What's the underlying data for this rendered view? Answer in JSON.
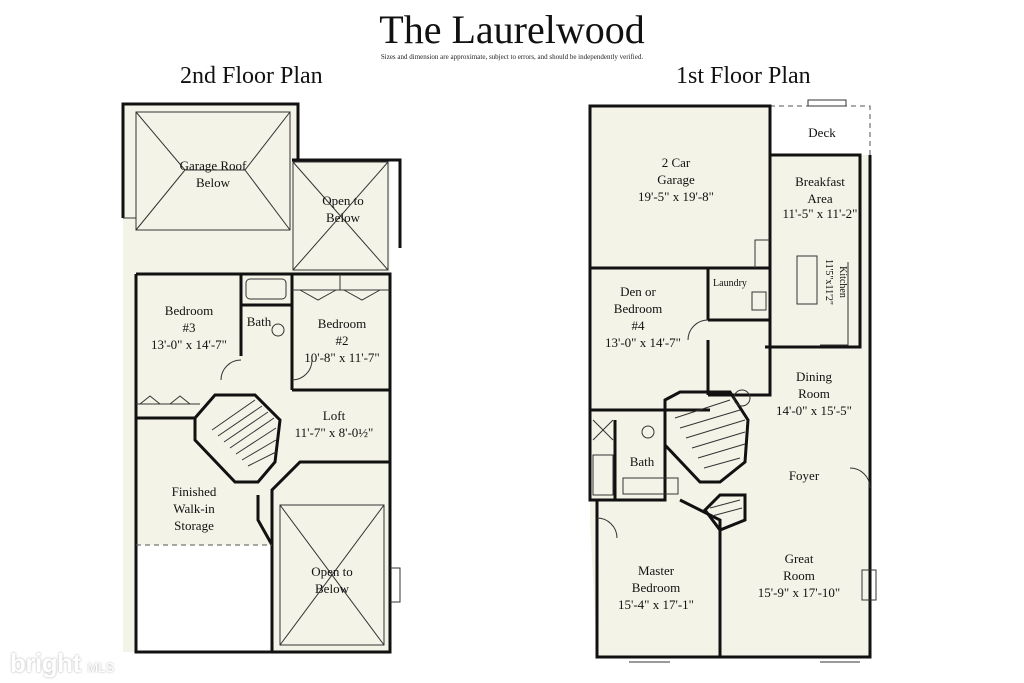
{
  "header": {
    "title": "The Laurelwood",
    "disclaimer": "Sizes and dimension are approximate, subject to errors, and should be independently verified."
  },
  "plans": {
    "second": {
      "title": "2nd Floor Plan",
      "rooms": {
        "garage_roof": [
          "Garage Roof",
          "Below"
        ],
        "open_top": [
          "Open to",
          "Below"
        ],
        "bedroom3": [
          "Bedroom",
          "#3",
          "13'-0\" x 14'-7\""
        ],
        "bath": "Bath",
        "bedroom2": [
          "Bedroom",
          "#2",
          "10'-8\" x 11'-7\""
        ],
        "loft": [
          "Loft",
          "11'-7\" x 8'-0½\""
        ],
        "storage": [
          "Finished",
          "Walk-in",
          "Storage"
        ],
        "open_bottom": [
          "Open to",
          "Below"
        ]
      }
    },
    "first": {
      "title": "1st Floor Plan",
      "rooms": {
        "deck": "Deck",
        "garage": [
          "2 Car",
          "Garage",
          "19'-5\" x 19'-8\""
        ],
        "breakfast": [
          "Breakfast",
          "Area",
          "11'-5\" x 11'-2\""
        ],
        "kitchen": [
          "Kitchen",
          "11'5\"x11'2\""
        ],
        "laundry": "Laundry",
        "den": [
          "Den or",
          "Bedroom",
          "#4",
          "13'-0\" x 14'-7\""
        ],
        "dining": [
          "Dining",
          "Room",
          "14'-0\" x 15'-5\""
        ],
        "bath": "Bath",
        "foyer": "Foyer",
        "master": [
          "Master",
          "Bedroom",
          "15'-4\" x 17'-1\""
        ],
        "great": [
          "Great",
          "Room",
          "15'-9\" x 17'-10\""
        ]
      }
    }
  },
  "watermark": {
    "brand": "bright",
    "suffix": "MLS"
  }
}
